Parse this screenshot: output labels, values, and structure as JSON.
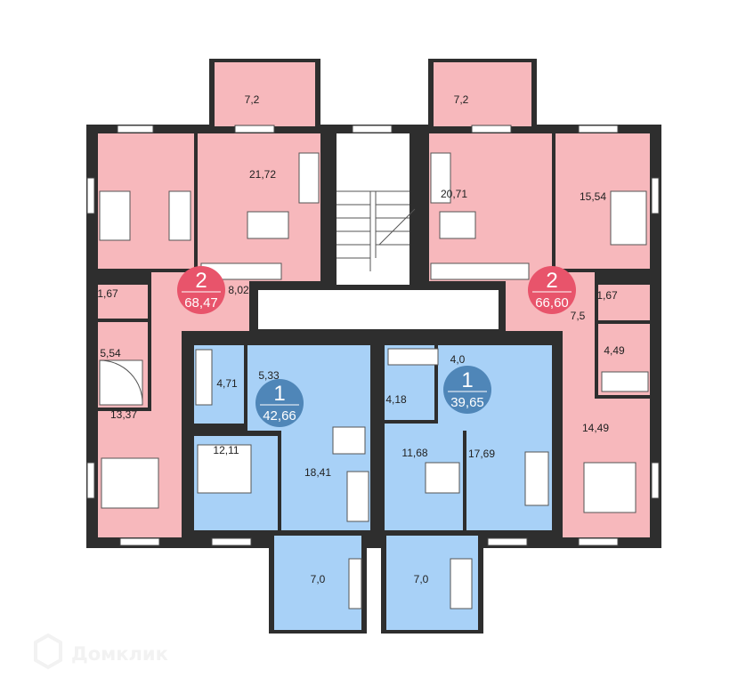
{
  "colors": {
    "two_room": "#f7b8bc",
    "one_room": "#a8d1f7",
    "wall": "#2e2e2e",
    "badge_two": "#e8546b",
    "badge_one": "#4f86b8"
  },
  "apartments": [
    {
      "rooms": "2",
      "area": "68,47"
    },
    {
      "rooms": "1",
      "area": "42,66"
    },
    {
      "rooms": "1",
      "area": "39,65"
    },
    {
      "rooms": "2",
      "area": "66,60"
    }
  ],
  "room_areas": {
    "a1_balcony": "7,2",
    "a1_kitchen_living": "21,72",
    "a1_hall": "8,02",
    "a1_wc": "1,67",
    "a1_bath": "5,54",
    "a1_bedroom": "13,37",
    "a2_bath": "4,71",
    "a2_hall": "5,33",
    "a2_kitchen": "12,11",
    "a2_living": "18,41",
    "a2_balcony": "7,0",
    "a3_bath": "4,18",
    "a3_hall": "4,0",
    "a3_kitchen": "11,68",
    "a3_living": "17,69",
    "a3_balcony": "7,0",
    "a4_balcony": "7,2",
    "a4_kitchen_living": "20,71",
    "a4_bedroom1": "15,54",
    "a4_wc": "1,67",
    "a4_hall": "7,5",
    "a4_bath": "4,49",
    "a4_bedroom2": "14,49"
  },
  "watermark": "Домклик"
}
